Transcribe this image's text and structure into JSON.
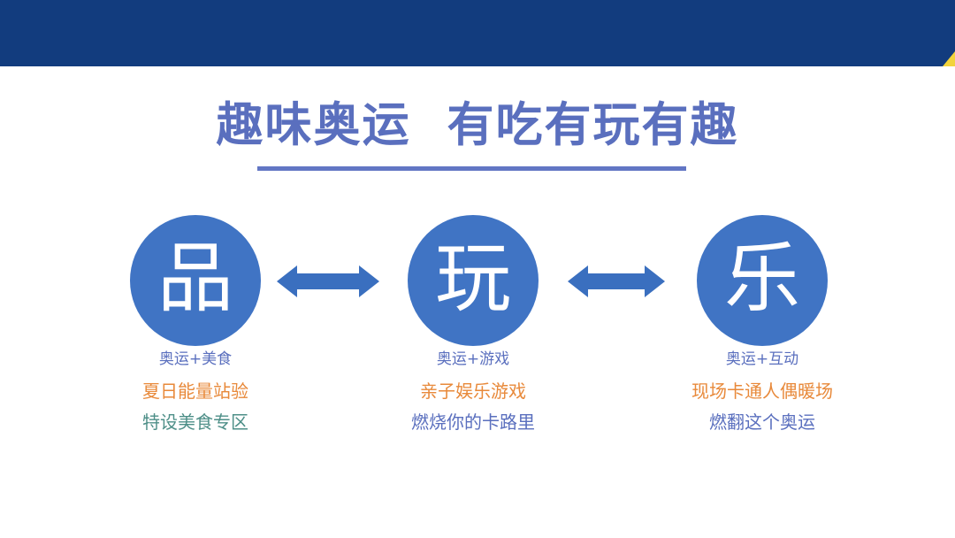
{
  "slide": {
    "title": "趣味奥运  有吃有玩有趣",
    "background_color": "#ffffff",
    "banner": {
      "color": "#123c7e",
      "accent_color": "#f2d33c",
      "accent_icon": "triangle-accent-icon"
    },
    "title_color": "#5a6fbe",
    "title_rule_color": "#6276c4"
  },
  "diagram": {
    "node_color": "#4074c4",
    "node_text_color": "#ffffff",
    "arrow_color": "#3a6fbf",
    "nodes": [
      {
        "char": "品",
        "name": "pin"
      },
      {
        "char": "玩",
        "name": "wan"
      },
      {
        "char": "乐",
        "name": "le"
      }
    ],
    "connectors": [
      {
        "icon": "double-arrow-icon"
      },
      {
        "icon": "double-arrow-icon"
      }
    ]
  },
  "columns": [
    {
      "line1": "奥运+美食",
      "line2": "夏日能量站验",
      "line3": "特设美食专区",
      "line1_color": "#5a6fbe",
      "line2_color": "#e8893a",
      "line3_color": "#4e8f88"
    },
    {
      "line1": "奥运+游戏",
      "line2": "亲子娱乐游戏",
      "line3": "燃烧你的卡路里",
      "line1_color": "#5a6fbe",
      "line2_color": "#e8893a",
      "line3_color": "#5a6fbe"
    },
    {
      "line1": "奥运+互动",
      "line2": "现场卡通人偶暖场",
      "line3": "燃翻这个奥运",
      "line1_color": "#5a6fbe",
      "line2_color": "#e8893a",
      "line3_color": "#5a6fbe"
    }
  ]
}
